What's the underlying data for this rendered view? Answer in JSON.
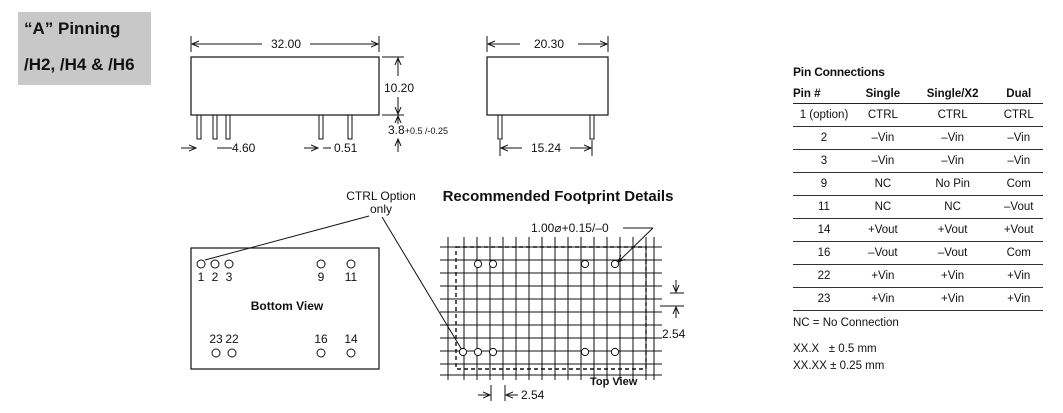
{
  "badge": {
    "line1": "“A” Pinning",
    "line2": "/H2, /H4 & /H6"
  },
  "side_view": {
    "length": "32.00",
    "height": "10.20",
    "pin_length": "3.8",
    "pin_tolerance": "+0.5 /-0.25",
    "pin_spacing": "4.60",
    "pin_width": "0.51"
  },
  "end_view": {
    "width": "20.30",
    "pin_span": "15.24"
  },
  "ctrl_note": {
    "line1": "CTRL Option",
    "line2": "only"
  },
  "bottom_view": {
    "title": "Bottom View",
    "pins_top": [
      "1",
      "2",
      "3",
      "9",
      "11"
    ],
    "pins_bottom": [
      "23",
      "22",
      "16",
      "14"
    ]
  },
  "footprint": {
    "title": "Recommended Footprint Details",
    "hole": "1.00⌀+0.15/–0",
    "pitch_v": "2.54",
    "pitch_h": "2.54",
    "view": "Top View"
  },
  "pin_connections": {
    "title": "Pin Connections",
    "headers": [
      "Pin #",
      "Single",
      "Single/X2",
      "Dual"
    ],
    "rows": [
      [
        "1 (option)",
        "CTRL",
        "CTRL",
        "CTRL"
      ],
      [
        "2",
        "–Vin",
        "–Vin",
        "–Vin"
      ],
      [
        "3",
        "–Vin",
        "–Vin",
        "–Vin"
      ],
      [
        "9",
        "NC",
        "No Pin",
        "Com"
      ],
      [
        "11",
        "NC",
        "NC",
        "–Vout"
      ],
      [
        "14",
        "+Vout",
        "+Vout",
        "+Vout"
      ],
      [
        "16",
        "–Vout",
        "–Vout",
        "Com"
      ],
      [
        "22",
        "+Vin",
        "+Vin",
        "+Vin"
      ],
      [
        "23",
        "+Vin",
        "+Vin",
        "+Vin"
      ]
    ],
    "note": "NC = No Connection",
    "tolerance1": "XX.X   ± 0.5 mm",
    "tolerance2": "XX.XX ± 0.25 mm"
  }
}
